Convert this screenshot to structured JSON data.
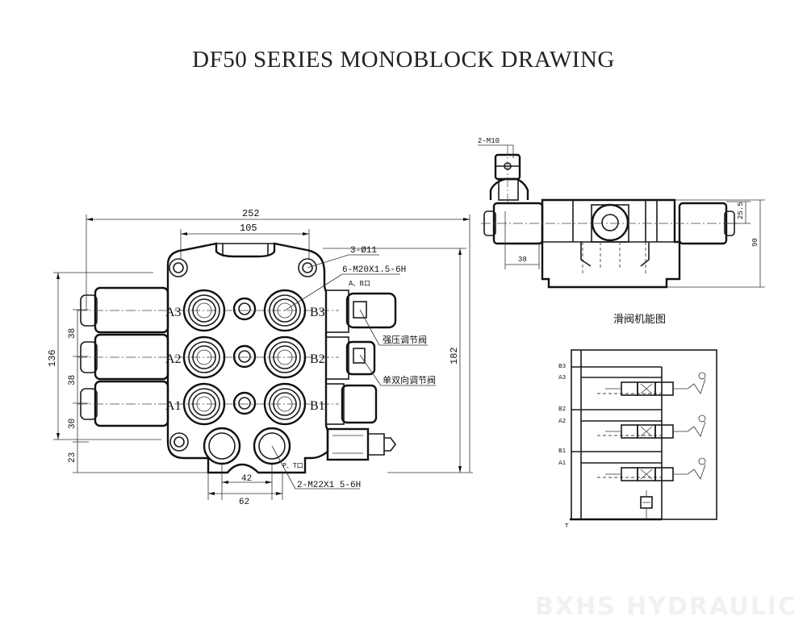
{
  "title": "DF50 SERIES MONOBLOCK DRAWING",
  "watermark": "BXHS HYDRAULIC",
  "front_view": {
    "port_labels": [
      "A3",
      "A2",
      "A1",
      "B3",
      "B2",
      "B1"
    ],
    "dimensions": {
      "overall_width": "252",
      "mount_width": "105",
      "bottom_ports_inner": "42",
      "bottom_ports_outer": "62",
      "left_height": "136",
      "pitch_1": "38",
      "pitch_2": "38",
      "pitch_3": "30",
      "bottom_offset": "23",
      "overall_height": "182"
    },
    "callouts": {
      "mount_holes": "3-Ø11",
      "work_ports": "6-M20X1.5-6H",
      "work_ports_sub": "A、B口",
      "pressure_valve": "强压调节阀",
      "bidirectional_valve": "单双向调节阀",
      "bottom_ports": "2-M22X1 5-6H",
      "bottom_ports_sub": "P、T口"
    }
  },
  "side_view": {
    "callout_top": "2-M10",
    "dim_offset": "38",
    "dim_small": "25.5",
    "dim_height": "90"
  },
  "schematic": {
    "title": "滑阀机能图",
    "labels": [
      "B3",
      "A3",
      "B2",
      "A2",
      "B1",
      "A1",
      "T"
    ]
  }
}
